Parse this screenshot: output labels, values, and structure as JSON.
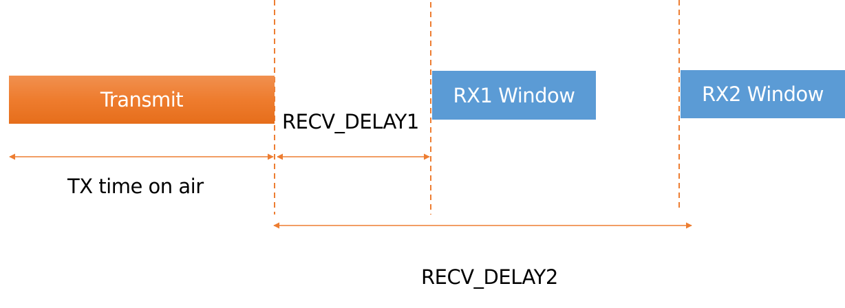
{
  "diagram": {
    "title": "LoRaWAN receive window timing",
    "colors": {
      "transmit": "#EE7C2E",
      "rx_window": "#5B9BD5",
      "marker": "#ED7D31",
      "text": "#000000"
    },
    "boxes": {
      "transmit": "Transmit",
      "rx1": "RX1 Window",
      "rx2": "RX2 Window"
    },
    "intervals": {
      "tx_time_on_air": "TX time on air",
      "recv_delay1": "RECV_DELAY1",
      "recv_delay2": "RECV_DELAY2"
    }
  }
}
